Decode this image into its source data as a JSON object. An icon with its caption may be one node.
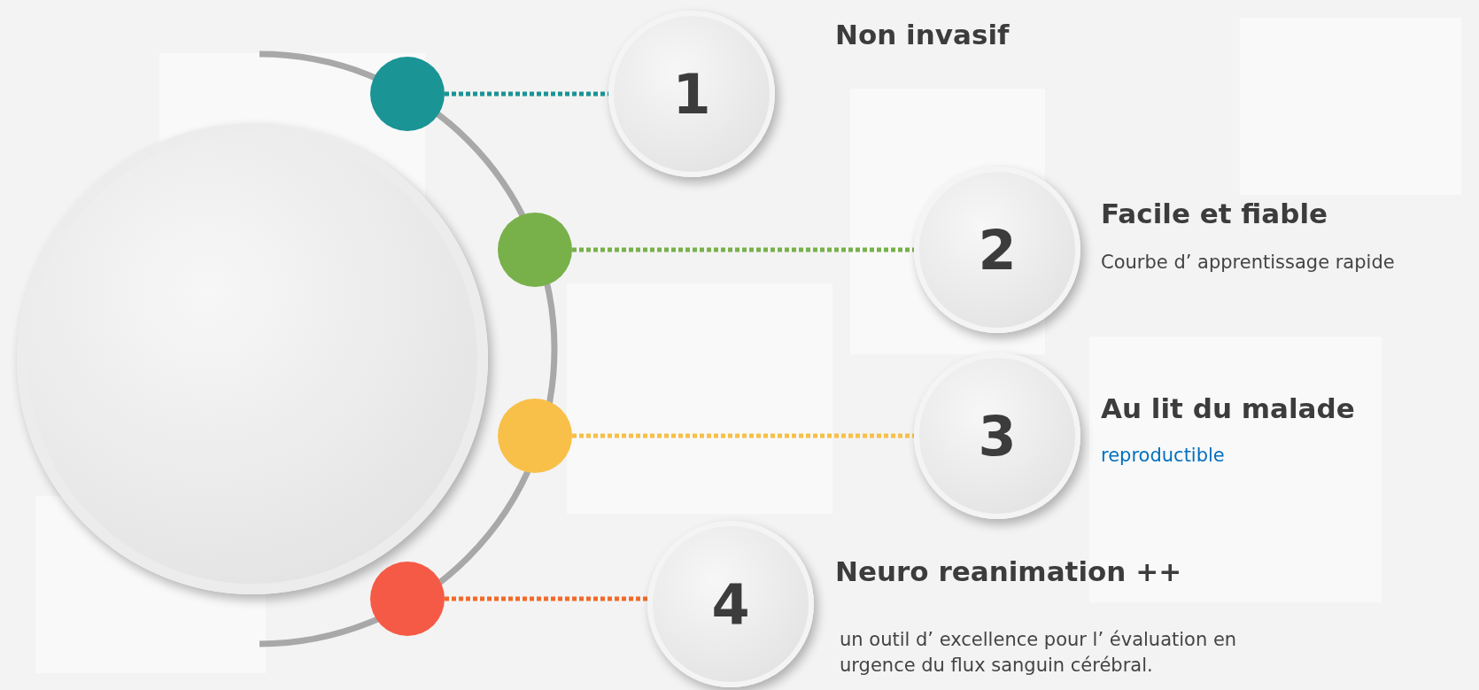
{
  "diagram": {
    "nodes": [
      {
        "text": [],
        "shape": "circle"
      },
      {
        "text": [],
        "shape": "circle"
      },
      {
        "text": [],
        "shape": "circle"
      },
      {
        "text": [],
        "shape": "circle"
      },
      {
        "text": [],
        "shape": "circle"
      },
      {
        "text": [
          "1"
        ],
        "beside": [
          "Non invasif"
        ]
      },
      {
        "text": [
          "2"
        ],
        "beside": [
          "Facile et fiable",
          "Courbe d’ apprentissage rapide"
        ]
      },
      {
        "text": [
          "3"
        ],
        "beside": [
          "Au lit du malade",
          "reproductible"
        ]
      },
      {
        "text": [
          "4"
        ],
        "beside": [
          "Neuro reanimation ++",
          "un outil d’ excellence pour l’ évaluation  en urgence du flux sanguin cérébral."
        ]
      }
    ],
    "edges": [
      {
        "from": 1,
        "to": 5,
        "arrow": "none",
        "style": "dashed",
        "color": "#1a9494"
      },
      {
        "from": 2,
        "to": 6,
        "arrow": "none",
        "style": "dashed",
        "color": "#78b04a"
      },
      {
        "from": 3,
        "to": 7,
        "arrow": "none",
        "style": "dashed",
        "color": "#f8c048"
      },
      {
        "from": 4,
        "to": 8,
        "arrow": "none",
        "style": "dashed",
        "color": "#f26a2a"
      }
    ]
  }
}
